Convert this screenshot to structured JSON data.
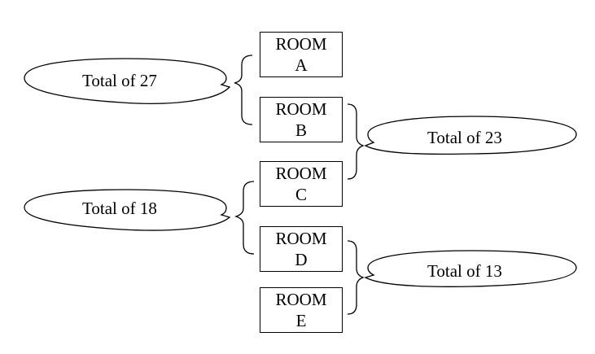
{
  "rooms": [
    {
      "word": "ROOM",
      "letter": "A"
    },
    {
      "word": "ROOM",
      "letter": "B"
    },
    {
      "word": "ROOM",
      "letter": "C"
    },
    {
      "word": "ROOM",
      "letter": "D"
    },
    {
      "word": "ROOM",
      "letter": "E"
    }
  ],
  "totals": [
    {
      "label": "Total of 27",
      "rooms": [
        "A",
        "B"
      ]
    },
    {
      "label": "Total of 23",
      "rooms": [
        "B",
        "C"
      ]
    },
    {
      "label": "Total of 18",
      "rooms": [
        "C",
        "D"
      ]
    },
    {
      "label": "Total of 13",
      "rooms": [
        "D",
        "E"
      ]
    }
  ],
  "colors": {
    "stroke": "#000000",
    "fill": "#ffffff"
  }
}
